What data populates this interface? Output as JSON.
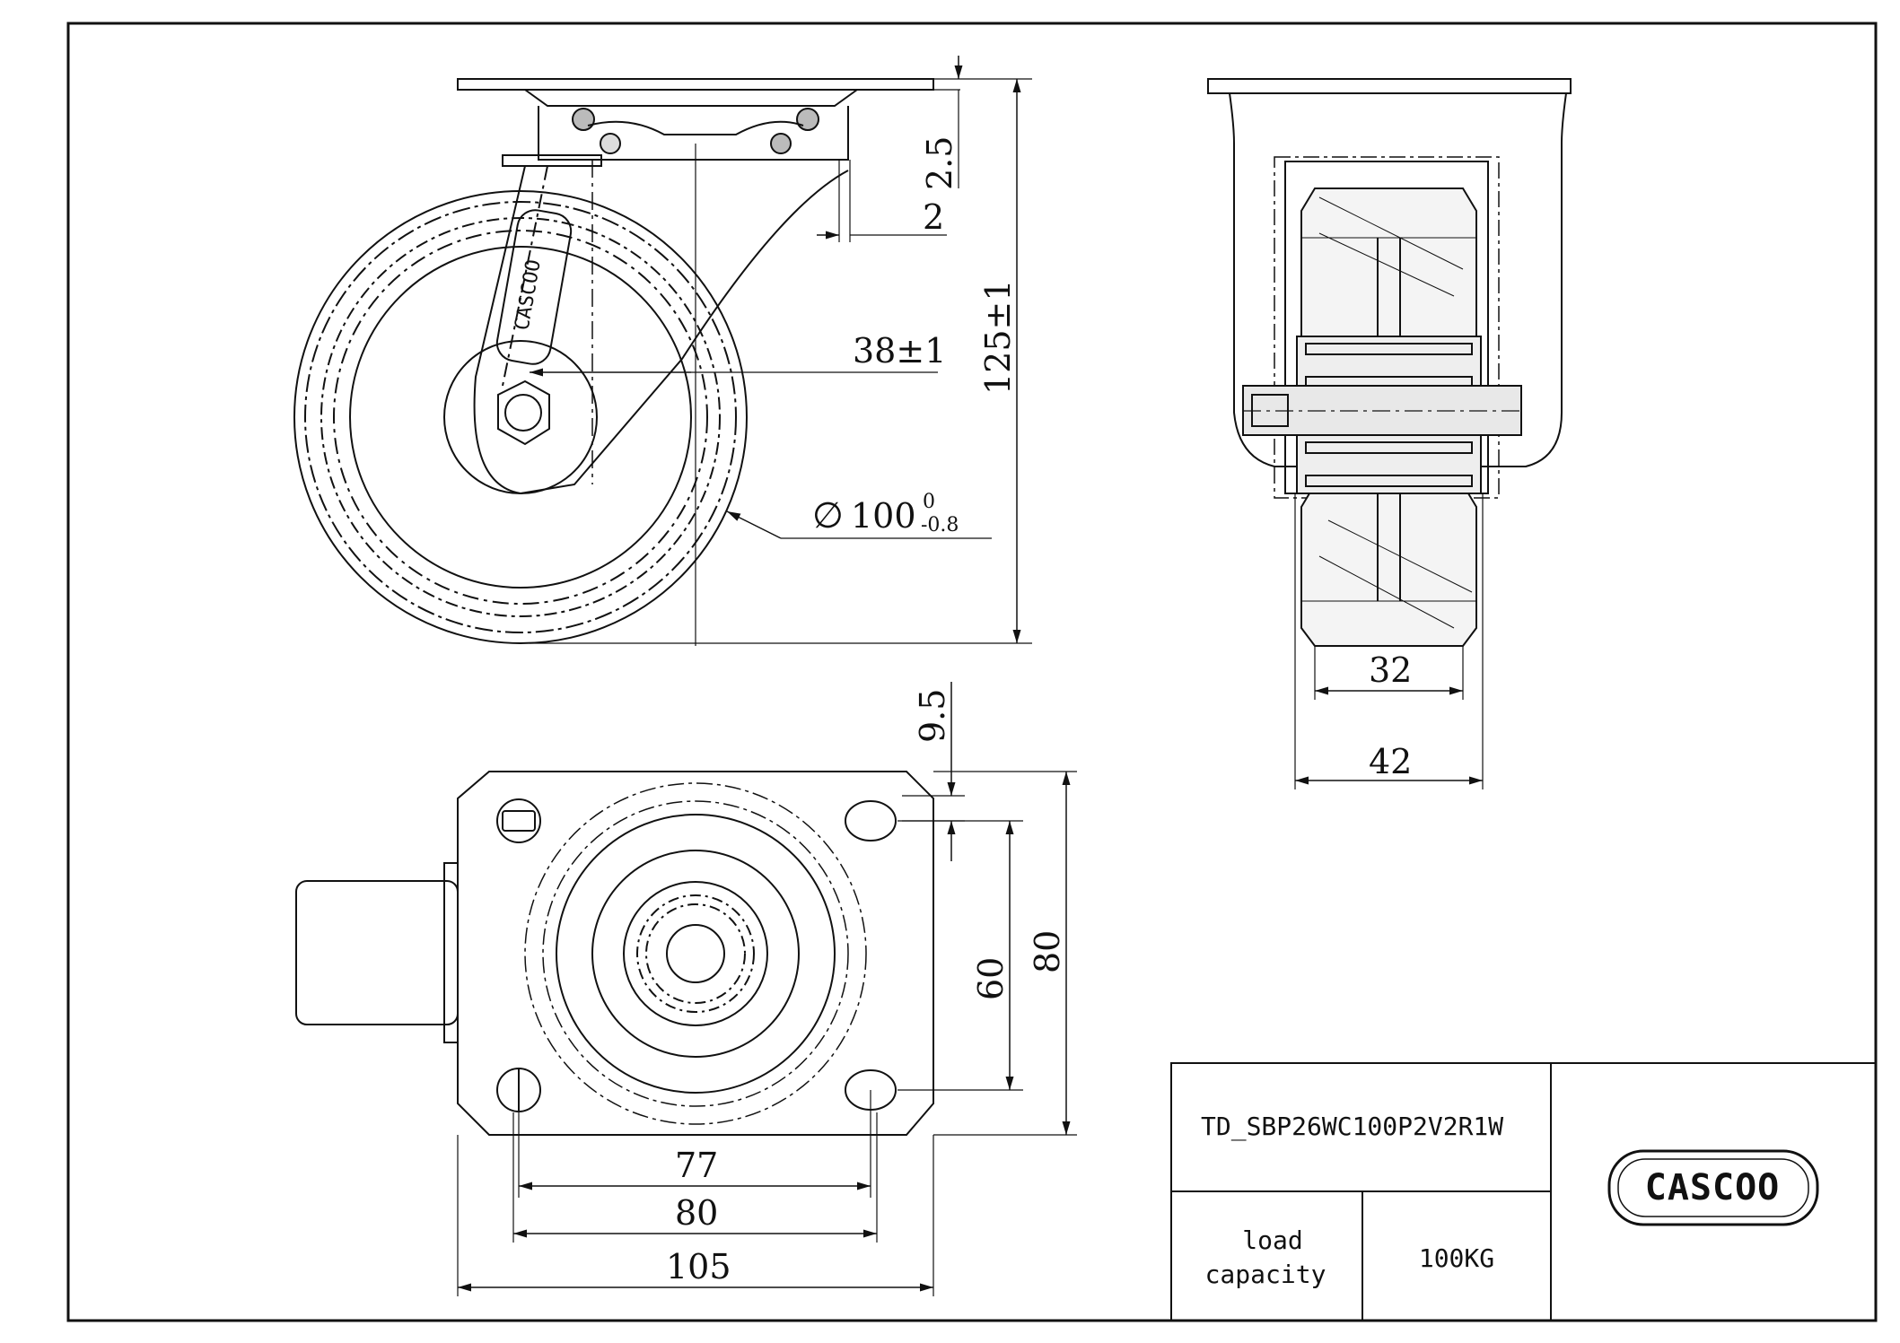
{
  "side_view": {
    "dim_offset": "2.5",
    "dim_gap": "2",
    "dim_eccentricity": "38±1",
    "dim_height": "125±1",
    "dim_diameter_symbol": "∅",
    "dim_diameter": "100",
    "dim_tol_upper": "0",
    "dim_tol_lower": "-0.8",
    "wheel_logo": "CASCOO"
  },
  "front_view": {
    "dim_tread": "32",
    "dim_width": "42"
  },
  "top_view": {
    "dim_hole_spacing_vertical": "9.5",
    "dim_plate_inner": "60",
    "dim_plate_height": "80",
    "dim_hole_spacing": "77",
    "dim_plate_inner_width": "80",
    "dim_plate_width": "105"
  },
  "title_block": {
    "part_number": "TD_SBP26WC100P2V2R1W",
    "load_label": "load capacity",
    "load_label_line1": "load",
    "load_label_line2": "capacity",
    "load_value": "100KG",
    "brand": "CASCOO"
  }
}
